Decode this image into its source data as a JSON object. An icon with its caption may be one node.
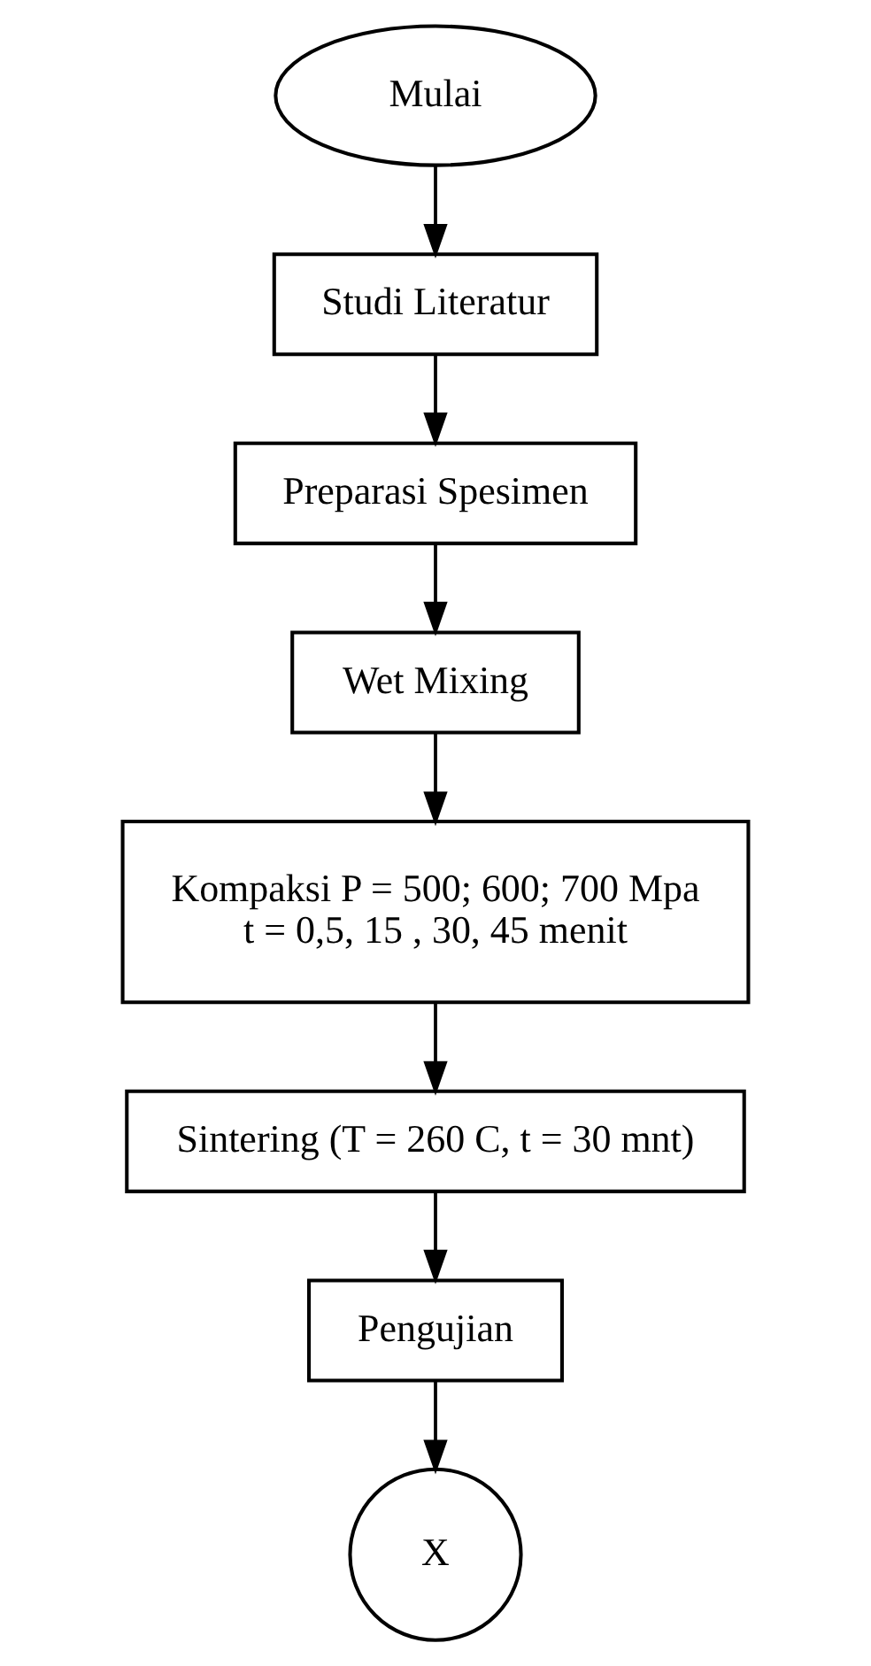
{
  "diagram": {
    "nodes": [
      {
        "text": [
          "Mulai"
        ]
      },
      {
        "text": [
          "Studi Literatur"
        ]
      },
      {
        "text": [
          "Preparasi Spesimen"
        ]
      },
      {
        "text": [
          "Wet Mixing"
        ]
      },
      {
        "text": [
          "Kompaksi P = 500; 600; 700 Mpa",
          "t = 0,5, 15 , 30, 45 menit"
        ]
      },
      {
        "text": [
          "Sintering (T = 260 C, t = 30 mnt)"
        ]
      },
      {
        "text": [
          "Pengujian"
        ]
      },
      {
        "text": [
          "X"
        ]
      }
    ],
    "edges": [
      {
        "from": 0,
        "to": 1,
        "arrow": "to"
      },
      {
        "from": 1,
        "to": 2,
        "arrow": "to"
      },
      {
        "from": 2,
        "to": 3,
        "arrow": "to"
      },
      {
        "from": 3,
        "to": 4,
        "arrow": "to"
      },
      {
        "from": 4,
        "to": 5,
        "arrow": "to"
      },
      {
        "from": 5,
        "to": 6,
        "arrow": "to"
      },
      {
        "from": 6,
        "to": 7,
        "arrow": "to"
      }
    ]
  }
}
